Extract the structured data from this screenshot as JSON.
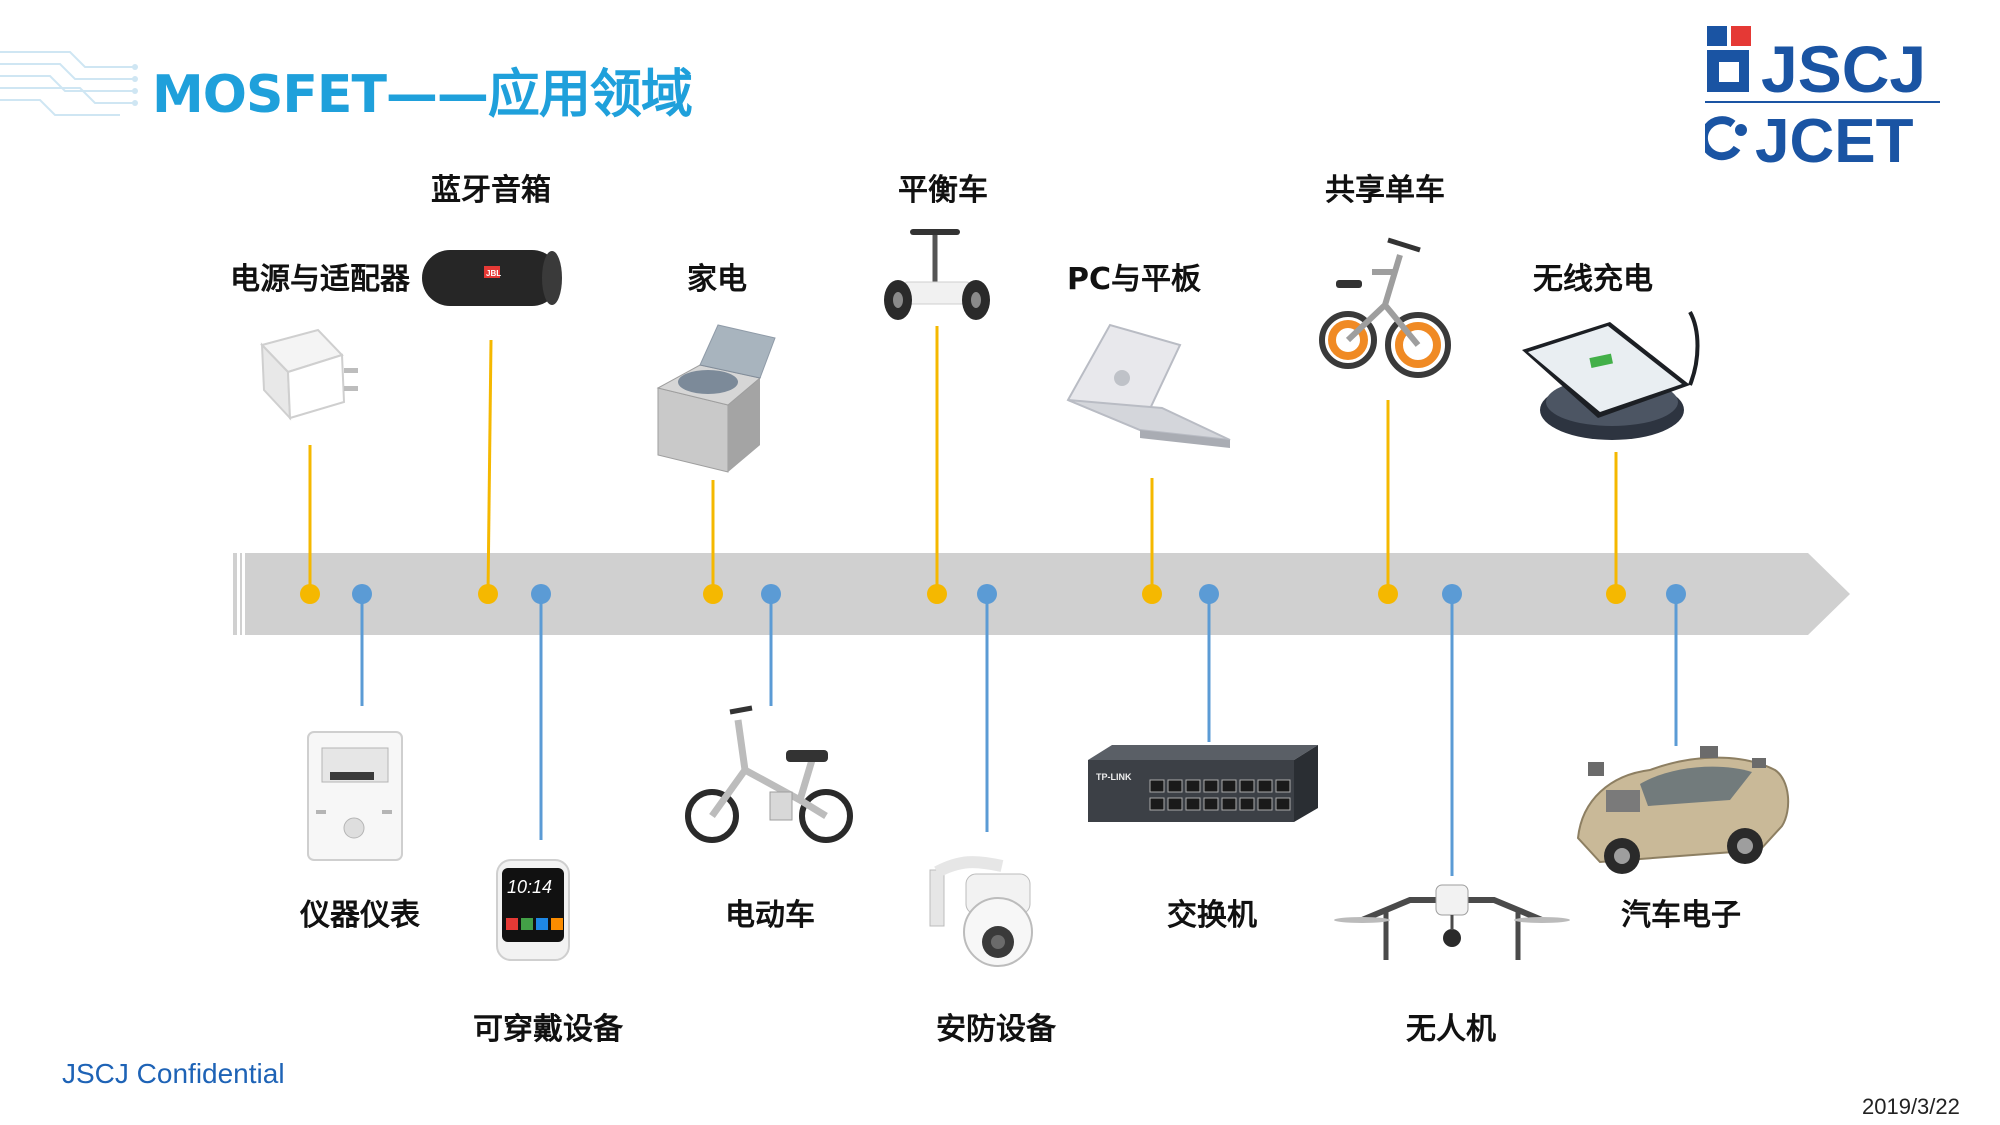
{
  "slide": {
    "title": "MOSFET——应用领域",
    "footer_left": "JSCJ Confidential",
    "date": "2019/3/22"
  },
  "logo": {
    "line1": "JSCJ",
    "line2": "JCET"
  },
  "colors": {
    "title_blue": "#1fa0db",
    "upper_line": "#f5b800",
    "lower_line": "#5b9bd5",
    "arrow_gray": "#d0d0d0"
  },
  "applications_upper": [
    {
      "label": "电源与适配器",
      "icon": "power-adapter-icon"
    },
    {
      "label": "蓝牙音箱",
      "icon": "bluetooth-speaker-icon"
    },
    {
      "label": "家电",
      "icon": "washing-machine-icon"
    },
    {
      "label": "平衡车",
      "icon": "balance-scooter-icon"
    },
    {
      "label": "PC与平板",
      "icon": "laptop-icon"
    },
    {
      "label": "共享单车",
      "icon": "shared-bike-icon"
    },
    {
      "label": "无线充电",
      "icon": "wireless-charger-icon"
    }
  ],
  "applications_lower": [
    {
      "label": "仪器仪表",
      "icon": "electric-meter-icon"
    },
    {
      "label": "可穿戴设备",
      "icon": "smartwatch-icon"
    },
    {
      "label": "电动车",
      "icon": "e-bike-icon"
    },
    {
      "label": "安防设备",
      "icon": "security-camera-icon"
    },
    {
      "label": "交换机",
      "icon": "network-switch-icon"
    },
    {
      "label": "无人机",
      "icon": "drone-icon"
    },
    {
      "label": "汽车电子",
      "icon": "car-electronics-icon"
    }
  ],
  "device_text": {
    "watch_time": "10:14",
    "switch_brand": "TP-LINK",
    "speaker_brand": "JBL"
  }
}
